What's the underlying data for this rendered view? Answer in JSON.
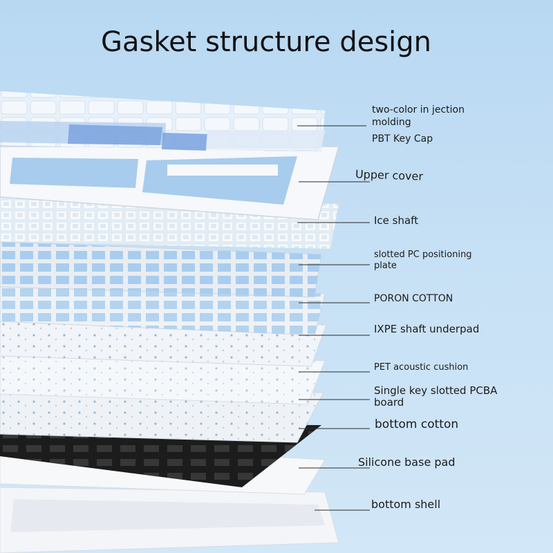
{
  "title": "Gasket structure design",
  "layers": [
    {
      "id": "keycap",
      "lines": [
        "two-color in jection",
        "molding",
        "PBT Key Cap"
      ],
      "size": "normal"
    },
    {
      "id": "upper-cover",
      "lines": [
        "Upper cover"
      ],
      "size": "big"
    },
    {
      "id": "ice-shaft",
      "lines": [
        "Ice shaft"
      ],
      "size": "normal"
    },
    {
      "id": "positioning-plate",
      "lines": [
        "slotted PC positioning",
        "plate"
      ],
      "size": "small"
    },
    {
      "id": "poron-cotton",
      "lines": [
        "PORON COTTON"
      ],
      "size": "normal"
    },
    {
      "id": "ixpe-underpad",
      "lines": [
        "IXPE shaft underpad"
      ],
      "size": "normal"
    },
    {
      "id": "pet-cushion",
      "lines": [
        "PET acoustic cushion"
      ],
      "size": "small"
    },
    {
      "id": "pcba-board",
      "lines": [
        "Single key slotted PCBA",
        "board"
      ],
      "size": "normal"
    },
    {
      "id": "bottom-cotton",
      "lines": [
        "bottom cotton"
      ],
      "size": "big"
    },
    {
      "id": "silicone-pad",
      "lines": [
        "Silicone base pad"
      ],
      "size": "big"
    },
    {
      "id": "bottom-shell",
      "lines": [
        "bottom shell"
      ],
      "size": "big"
    }
  ],
  "colors": {
    "background": "#c6e0f5",
    "keycap_white": "#f4f8fc",
    "keycap_blue": "#7fa6e0",
    "keycap_light_blue": "#b9d3f0",
    "frame_white": "#f6f8fb",
    "plate_gray": "#e9edf2",
    "slot_blue": "#a9cdee",
    "bottom_cotton_black": "#1c1c1c",
    "leader_line": "#2a2a2a"
  }
}
